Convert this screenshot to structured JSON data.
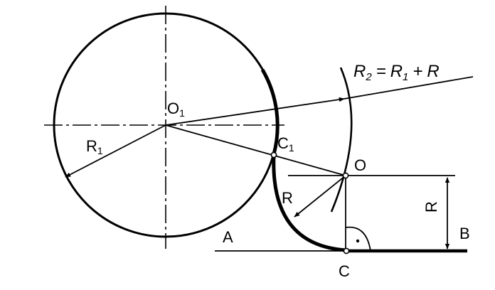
{
  "diagram": {
    "labels": {
      "o1_main": "O",
      "o1_sub": "1",
      "r1_main": "R",
      "r1_sub": "1",
      "c1_main": "C",
      "c1_sub": "1",
      "o": "O",
      "r": "R",
      "r_dim": "R",
      "a": "A",
      "b": "B",
      "c": "C",
      "formula_r2_main": "R",
      "formula_r2_sub": "2",
      "formula_eq": "=",
      "formula_r1_main": "R",
      "formula_r1_sub": "1",
      "formula_plus": "+",
      "formula_r": "R"
    },
    "colors": {
      "ink": "#000000",
      "background": "#ffffff"
    }
  }
}
